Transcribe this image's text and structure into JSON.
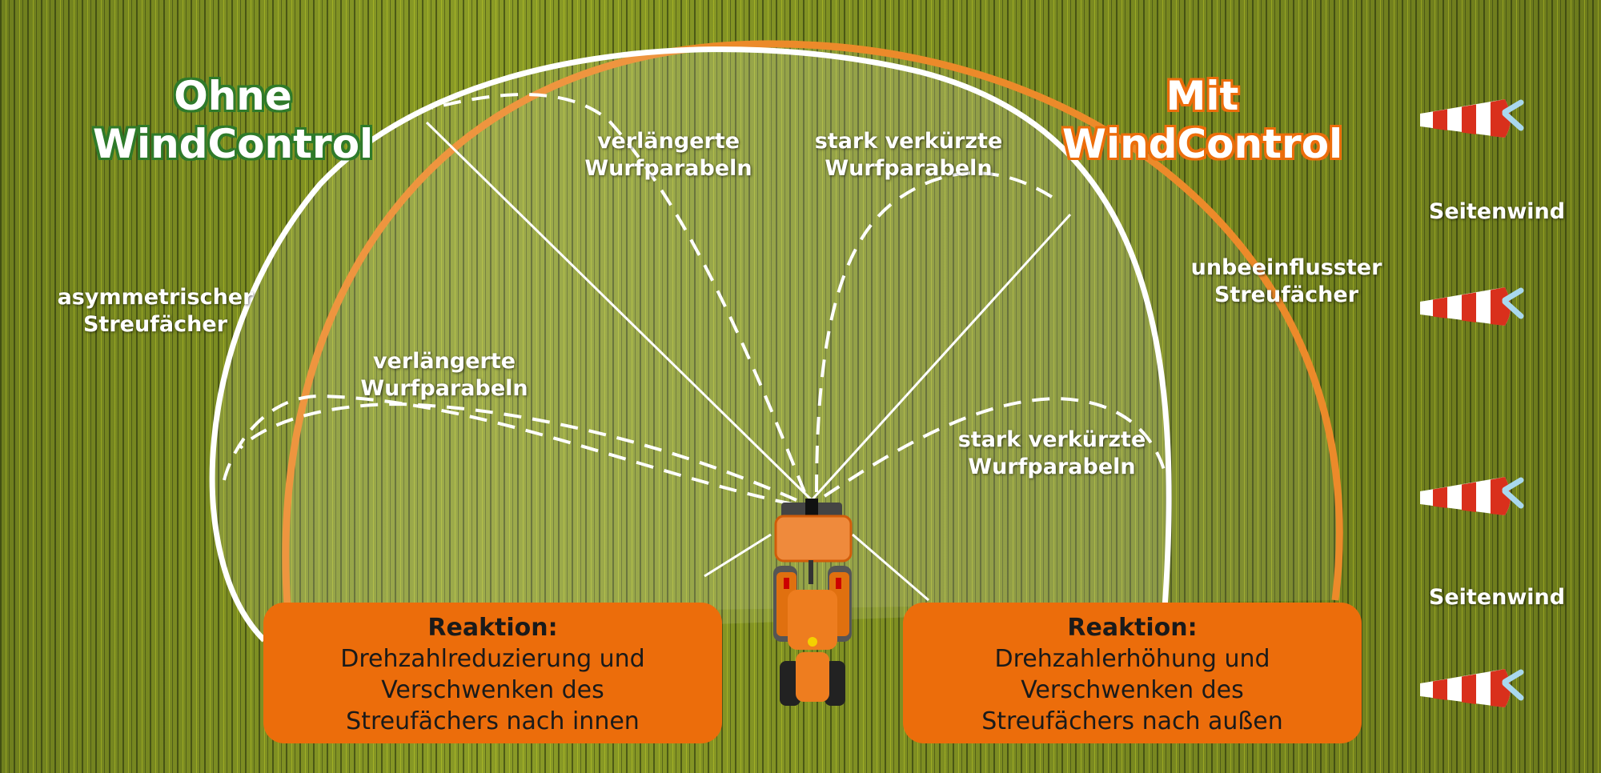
{
  "titles": {
    "left": [
      "Ohne",
      "WindControl"
    ],
    "right": [
      "Mit",
      "WindControl"
    ]
  },
  "labels": {
    "asymmetric": [
      "asymmetrischer",
      "Streufächer"
    ],
    "extended_upper": [
      "verlängerte",
      "Wurfparabeln"
    ],
    "shortened_upper": [
      "stark verkürzte",
      "Wurfparabeln"
    ],
    "extended_lower": [
      "verlängerte",
      "Wurfparabeln"
    ],
    "shortened_lower": [
      "stark verkürzte",
      "Wurfparabeln"
    ],
    "unaffected": [
      "unbeeinflusster",
      "Streufächer"
    ],
    "crosswind_1": "Seitenwind",
    "crosswind_2": "Seitenwind"
  },
  "boxes": {
    "left": {
      "heading": "Reaktion:",
      "lines": [
        "Drehzahlreduzierung und",
        "Verschwenken des",
        "Streufächers nach innen"
      ]
    },
    "right": {
      "heading": "Reaktion:",
      "lines": [
        "Drehzahlerhöhung und",
        "Verschwenken des",
        "Streufächers nach außen"
      ]
    }
  },
  "colors": {
    "accent": "#ec6d0b",
    "green": "#2f7a2a",
    "wind_arrow": "#a9d8ee"
  }
}
